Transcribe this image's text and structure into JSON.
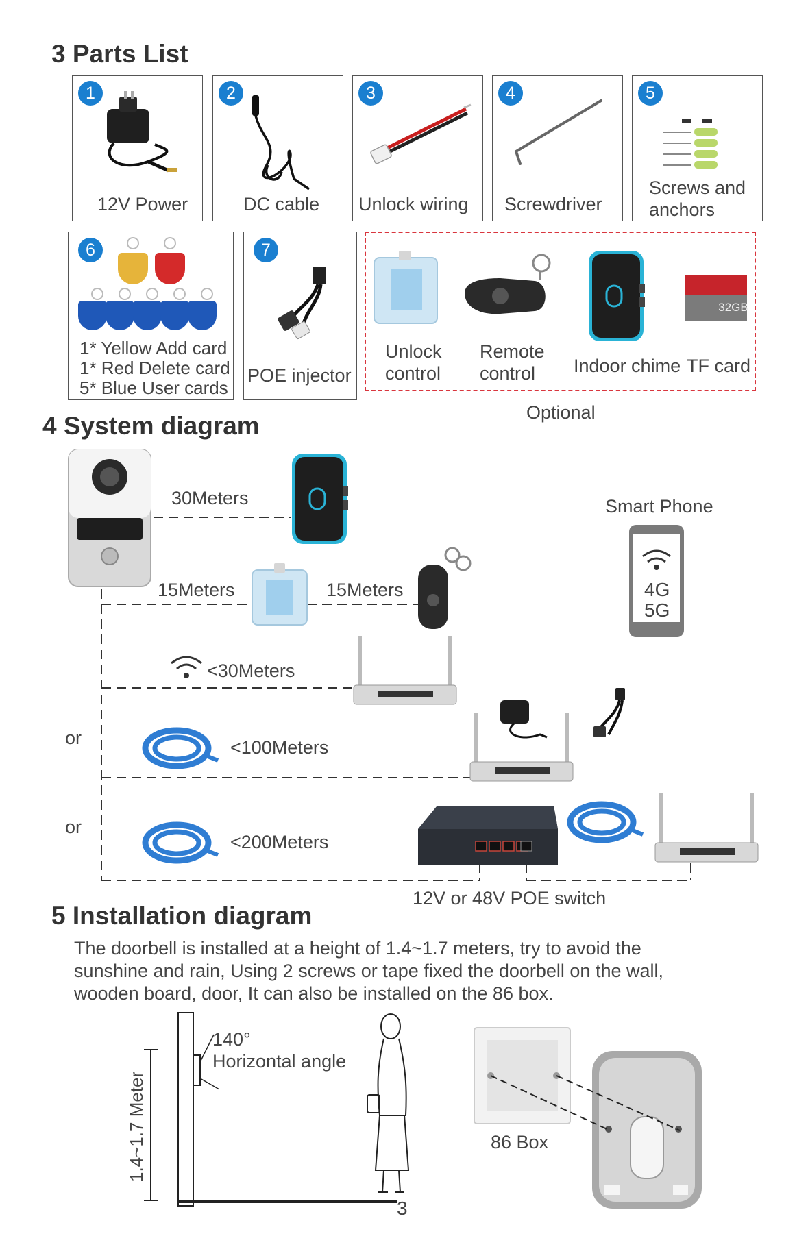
{
  "parts_section": {
    "heading": "3 Parts List",
    "items": [
      {
        "num": "1",
        "label": "12V Power"
      },
      {
        "num": "2",
        "label": "DC cable"
      },
      {
        "num": "3",
        "label": "Unlock wiring"
      },
      {
        "num": "4",
        "label": "Screwdriver"
      },
      {
        "num": "5",
        "label_line1": "Screws and",
        "label_line2": "anchors"
      },
      {
        "num": "6",
        "label_line1": "1* Yellow Add card",
        "label_line2": "1* Red Delete card",
        "label_line3": "5* Blue User cards"
      },
      {
        "num": "7",
        "label": "POE injector"
      }
    ],
    "optional": {
      "caption": "Optional",
      "items": [
        {
          "line1": "Unlock",
          "line2": "control"
        },
        {
          "line1": "Remote",
          "line2": "control"
        },
        {
          "line1": "Indoor chime"
        },
        {
          "line1": "TF card",
          "card_text": "32GB"
        }
      ]
    }
  },
  "system_section": {
    "heading": "4 System diagram",
    "distances": {
      "chime": "30Meters",
      "unlock": "15Meters",
      "remote": "15Meters",
      "wifi": "<30Meters",
      "cable1": "<100Meters",
      "cable2": "<200Meters"
    },
    "or_labels": [
      "or",
      "or"
    ],
    "smart_phone": {
      "label": "Smart Phone",
      "line1": "4G",
      "line2": "5G"
    },
    "switch_label": "12V or 48V POE switch"
  },
  "install_section": {
    "heading": "5  Installation diagram",
    "paragraph": [
      "The doorbell is installed at a height of 1.4~1.7 meters, try to avoid the",
      "sunshine and rain, Using 2 screws or tape fixed the doorbell on the wall,",
      "wooden board, door, It can also be installed on the 86 box."
    ],
    "angle_value": "140°",
    "angle_label": "Horizontal angle",
    "height_label": "1.4~1.7 Meter",
    "box_label": "86 Box"
  },
  "page_number": "3",
  "colors": {
    "accent_blue": "#1a7fd0",
    "optional_border": "#d9363e",
    "cable_blue": "#2f7dd3",
    "chime_ring": "#2ab3d6"
  }
}
